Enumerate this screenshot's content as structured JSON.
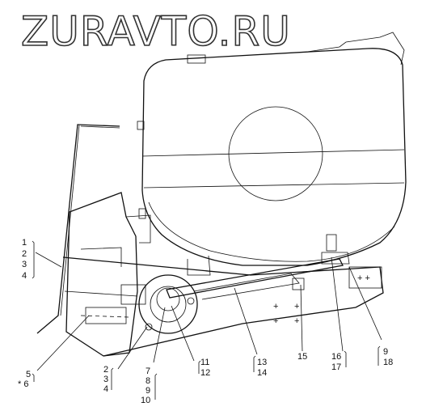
{
  "watermark": "ZURAVTO.RU",
  "callouts": [
    {
      "id": "c1",
      "text": "1"
    },
    {
      "id": "c2",
      "text": "2"
    },
    {
      "id": "c3",
      "text": "3"
    },
    {
      "id": "c4",
      "text": "4"
    },
    {
      "id": "c5",
      "text": "5"
    },
    {
      "id": "c6",
      "text": "* 6"
    },
    {
      "id": "c2b",
      "text": "2"
    },
    {
      "id": "c3b",
      "text": "3"
    },
    {
      "id": "c4b",
      "text": "4"
    },
    {
      "id": "c7",
      "text": "7"
    },
    {
      "id": "c8",
      "text": "8"
    },
    {
      "id": "c9",
      "text": "9"
    },
    {
      "id": "c10",
      "text": "10"
    },
    {
      "id": "c11",
      "text": "11"
    },
    {
      "id": "c12",
      "text": "12"
    },
    {
      "id": "c13",
      "text": "13"
    },
    {
      "id": "c14",
      "text": "14"
    },
    {
      "id": "c15",
      "text": "15"
    },
    {
      "id": "c16",
      "text": "16"
    },
    {
      "id": "c17",
      "text": "17"
    },
    {
      "id": "c9b",
      "text": "9"
    },
    {
      "id": "c18",
      "text": "18"
    }
  ]
}
